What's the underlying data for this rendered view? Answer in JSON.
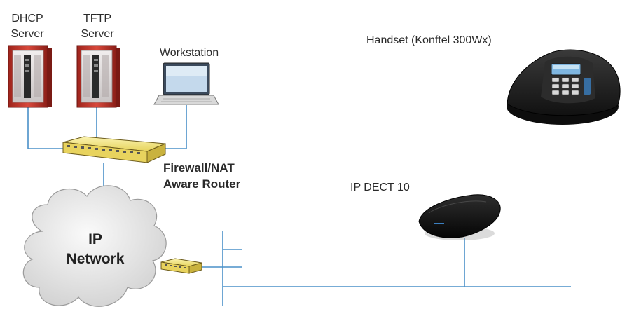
{
  "labels": {
    "dhcp_line1": "DHCP",
    "dhcp_line2": "Server",
    "tftp_line1": "TFTP",
    "tftp_line2": "Server",
    "workstation": "Workstation",
    "handset": "Handset (Konftel 300Wx)",
    "router_line1": "Firewall/NAT",
    "router_line2": "Aware Router",
    "dect": "IP DECT 10",
    "cloud_line1": "IP",
    "cloud_line2": "Network"
  },
  "colors": {
    "link": "#4a90c8",
    "server_red": "#c0362c",
    "switch_yellow": "#f2e27a",
    "cloud_gray": "#e2e2e2",
    "device_dark": "#1c1c1c"
  },
  "icons": {
    "dhcp_server": "server-rack-icon",
    "tftp_server": "server-rack-icon",
    "workstation": "laptop-icon",
    "router": "network-switch-icon",
    "cloud": "cloud-icon",
    "gateway": "network-switch-icon",
    "handset": "conference-phone-icon",
    "dect": "dect-base-station-icon"
  }
}
